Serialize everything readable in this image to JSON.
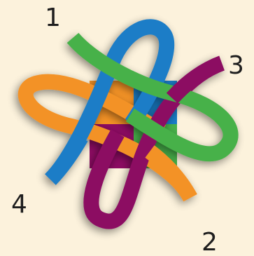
{
  "labels": {
    "one": "1",
    "two": "2",
    "three": "3",
    "four": "4"
  },
  "colors": {
    "background": "#fcf2dc",
    "strand_1": "#1a7dc7",
    "strand_2": "#8c0b62",
    "strand_3": "#47b14a",
    "strand_4": "#f39226",
    "text": "#1e1e1e"
  }
}
